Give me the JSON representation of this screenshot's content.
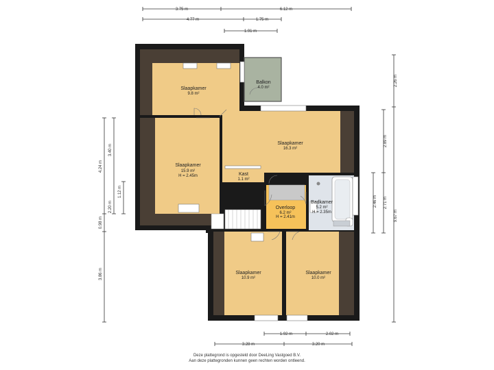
{
  "rooms": {
    "bedroom_top_left": {
      "name": "Slaapkamer",
      "area": "9.8 m²"
    },
    "balcony": {
      "name": "Balkon",
      "area": "4.0 m²"
    },
    "bedroom_left": {
      "name": "Slaapkamer",
      "area": "15.9 m²",
      "height": "H = 2.45m"
    },
    "bedroom_top_right": {
      "name": "Slaapkamer",
      "area": "16.3 m²"
    },
    "closet": {
      "name": "Kast",
      "area": "1.1 m²"
    },
    "landing": {
      "name": "Overloop",
      "area": "6.2 m²",
      "height": "H = 2.41m"
    },
    "bathroom": {
      "name": "Badkamer",
      "area": "5.2 m²",
      "height": "H = 2.35m"
    },
    "bedroom_bottom_left": {
      "name": "Slaapkamer",
      "area": "10.9 m²"
    },
    "bedroom_bottom_right": {
      "name": "Slaapkamer",
      "area": "10.0 m²"
    }
  },
  "dimensions": {
    "top_row1_left": "3.75 m",
    "top_row1_right": "6.12 m",
    "top_row2_left": "4.77 m",
    "top_row2_right": "1.75 m",
    "top_row3": "1.91 m",
    "left_a": "3.40 m",
    "left_b": "4.24 m",
    "left_c": "1.12 m",
    "left_d": "2.20 m",
    "left_e": "0.98 m",
    "left_f": "3.86 m",
    "right_a": "2.26 m",
    "right_b": "2.89 m",
    "right_c": "2.46 m",
    "right_d": "2.71 m",
    "right_e": "9.67 m",
    "bottom_row1_left": "1.92 m",
    "bottom_row1_right": "2.02 m",
    "bottom_row2_left": "3.28 m",
    "bottom_row2_right": "3.20 m"
  },
  "footer": {
    "line1": "Deze plattegrond is opgesteld door DeeLing Vastgoed B.V.",
    "line2": "Aan deze plattegronden kunnen geen rechten worden ontleend."
  },
  "colors": {
    "room": "#f0cb87",
    "wall": "#1a1a1a",
    "slope": "#4a3f35",
    "balcony": "#a9b3a1",
    "bathroom": "#dfe4ea",
    "landing": "#f6c25a",
    "dim": "#333333"
  }
}
